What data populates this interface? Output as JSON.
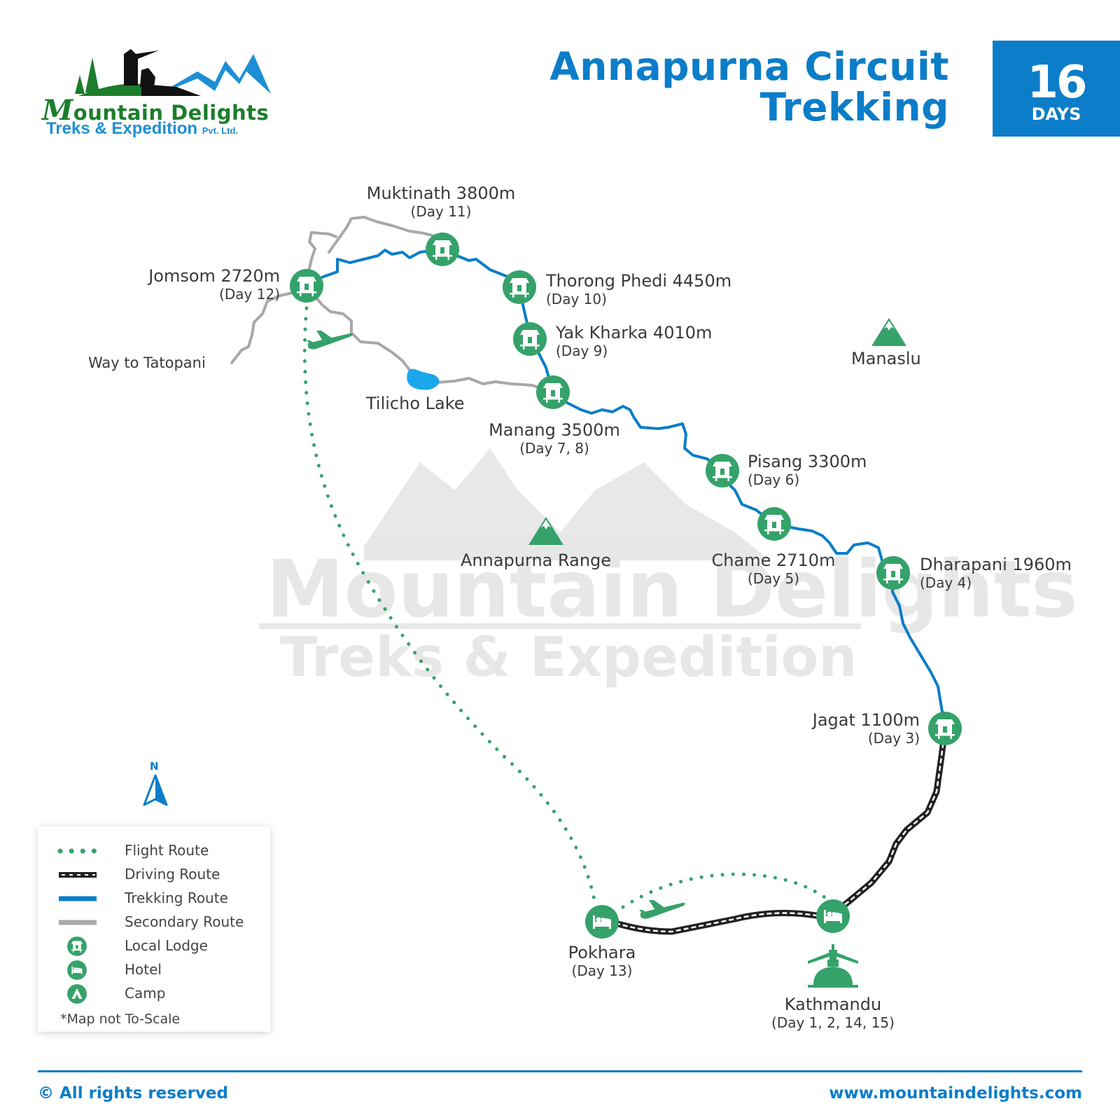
{
  "logo": {
    "brand_initial": "M",
    "brand_rest": "ountain Delights",
    "subtitle": "Treks & Expedition",
    "subtitle_suffix": "Pvt. Ltd."
  },
  "header": {
    "title_line1": "Annapurna Circuit",
    "title_line2": "Trekking",
    "days_number": "16",
    "days_label": "DAYS"
  },
  "colors": {
    "brand_blue": "#0b7dc9",
    "marker_green": "#35a26a",
    "trek_route": "#0b7dc9",
    "secondary_route": "#a8a8a8",
    "driving_route": "#222222",
    "lake": "#1aa7ec"
  },
  "stops": [
    {
      "name": "Muktinath 3800m",
      "day": "(Day 11)",
      "type": "lodge"
    },
    {
      "name": "Jomsom 2720m",
      "day": "(Day 12)",
      "type": "lodge"
    },
    {
      "name": "Thorong Phedi 4450m",
      "day": "(Day 10)",
      "type": "lodge"
    },
    {
      "name": "Yak Kharka 4010m",
      "day": "(Day 9)",
      "type": "lodge"
    },
    {
      "name": "Manang 3500m",
      "day": "(Day 7, 8)",
      "type": "lodge"
    },
    {
      "name": "Pisang 3300m",
      "day": "(Day 6)",
      "type": "lodge"
    },
    {
      "name": "Chame 2710m",
      "day": "(Day 5)",
      "type": "lodge"
    },
    {
      "name": "Dharapani 1960m",
      "day": "(Day 4)",
      "type": "lodge"
    },
    {
      "name": "Jagat 1100m",
      "day": "(Day 3)",
      "type": "lodge"
    },
    {
      "name": "Pokhara",
      "day": "(Day 13)",
      "type": "hotel"
    },
    {
      "name": "Kathmandu",
      "day": "(Day 1, 2, 14, 15)",
      "type": "hotel"
    }
  ],
  "landmarks": {
    "tatopani": "Way to Tatopani",
    "tilicho": "Tilicho Lake",
    "manaslu": "Manaslu",
    "annapurna": "Annapurna Range"
  },
  "legend": {
    "items": [
      {
        "label": "Flight Route",
        "symbol": "green-dotted-line"
      },
      {
        "label": "Driving Route",
        "symbol": "black-dashed-road"
      },
      {
        "label": "Trekking Route",
        "symbol": "blue-line"
      },
      {
        "label": "Secondary Route",
        "symbol": "grey-line"
      },
      {
        "label": "Local Lodge",
        "symbol": "lodge-icon"
      },
      {
        "label": "Hotel",
        "symbol": "hotel-bed-icon"
      },
      {
        "label": "Camp",
        "symbol": "camp-tent-icon"
      }
    ],
    "note": "*Map not To-Scale"
  },
  "compass": {
    "label": "N"
  },
  "footer": {
    "copyright": "© All rights reserved",
    "website": "www.mountaindelights.com"
  }
}
